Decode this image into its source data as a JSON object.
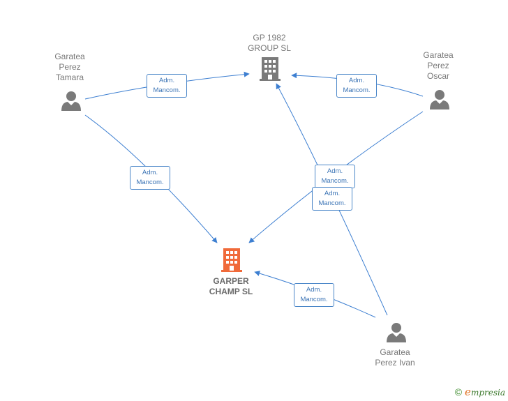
{
  "nodes": {
    "gp1982": {
      "label": "GP 1982\nGROUP  SL",
      "type": "company"
    },
    "garper": {
      "label": "GARPER\nCHAMP  SL",
      "type": "company-main"
    },
    "tamara": {
      "label": "Garatea\nPerez\nTamara",
      "type": "person"
    },
    "oscar": {
      "label": "Garatea\nPerez\nOscar",
      "type": "person"
    },
    "ivan": {
      "label": "Garatea\nPerez Ivan",
      "type": "person"
    }
  },
  "edges": [
    {
      "from": "tamara",
      "to": "gp1982",
      "label_line1": "Adm.",
      "label_line2": "Mancom."
    },
    {
      "from": "oscar",
      "to": "gp1982",
      "label_line1": "Adm.",
      "label_line2": "Mancom."
    },
    {
      "from": "tamara",
      "to": "garper",
      "label_line1": "Adm.",
      "label_line2": "Mancom."
    },
    {
      "from": "oscar",
      "to": "garper",
      "label_line1": "Adm.",
      "label_line2": "Mancom."
    },
    {
      "from": "ivan",
      "to": "gp1982",
      "label_line1": "Adm.",
      "label_line2": "Mancom."
    },
    {
      "from": "ivan",
      "to": "garper",
      "label_line1": "Adm.",
      "label_line2": "Mancom."
    }
  ],
  "colors": {
    "edge": "#3d7fd1",
    "company": "#7a7a7a",
    "company_main": "#f06a3a",
    "person": "#7a7a7a"
  },
  "icons": {
    "company": "building-icon",
    "person": "person-icon"
  },
  "footer": {
    "copyright_symbol": "©",
    "brand_initial": "e",
    "brand_rest": "mpresia"
  }
}
